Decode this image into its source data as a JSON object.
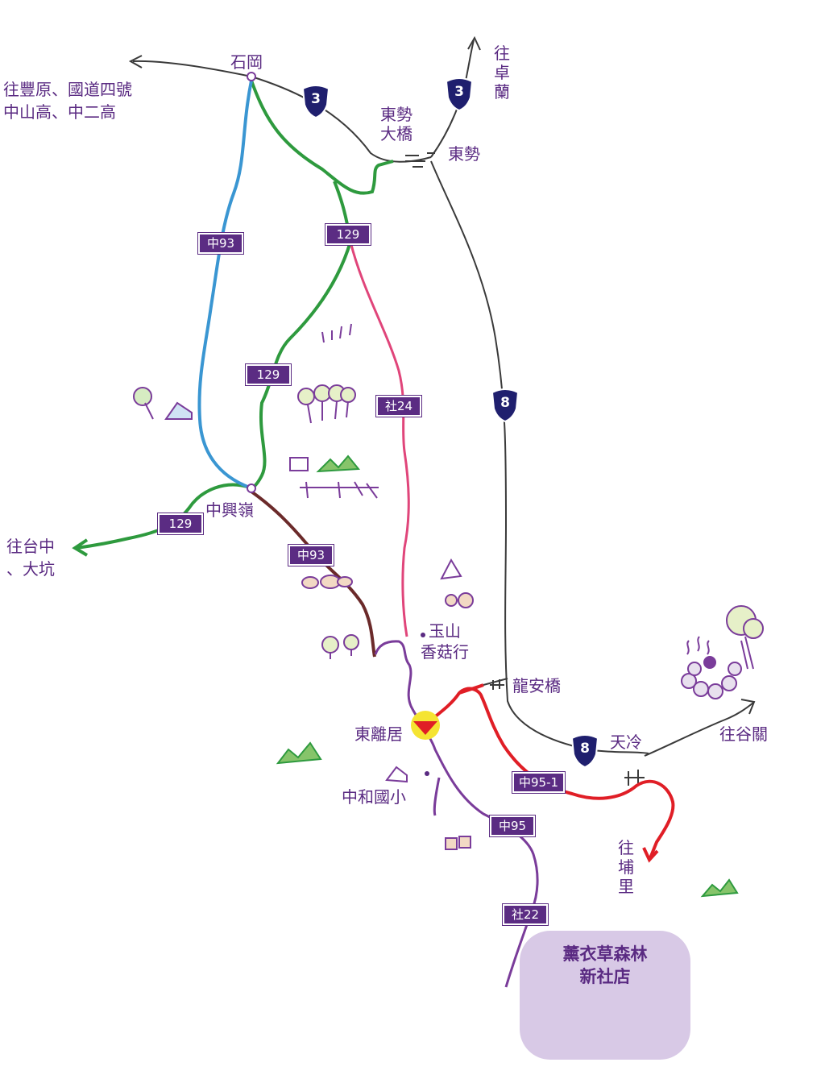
{
  "places": {
    "shigang": "石岡",
    "to_fengyuan": "往豐原、國道四號",
    "to_fengyuan_2": "中山高、中二高",
    "dongshi_bridge": "東勢\n大橋",
    "dongshi": "東勢",
    "to_zhuolan": "往卓蘭",
    "zhongxing": "中興嶺",
    "to_taichung": "往台中\n、大坑",
    "yushan": "玉山\n香菇行",
    "longan_bridge": "龍安橋",
    "tianleng": "天冷",
    "to_guguan": "往谷關",
    "dongshi_ju": "東離居",
    "zhonghe_school": "中和國小",
    "to_puli": "往埔里",
    "store": "薰衣草森林\n新社店"
  },
  "route_badges": {
    "zhong93_upper": "中93",
    "r129_upper": "129",
    "r129_middle": "129",
    "r129_lower": "129",
    "she24": "社24",
    "zhong93_lower": "中93",
    "zhong95_1": "中95-1",
    "zhong95": "中95",
    "she22": "社22"
  },
  "shields": {
    "prov3_a": "3",
    "prov3_b": "3",
    "prov8_a": "8",
    "prov8_b": "8"
  },
  "colors": {
    "green_route": "#2e9a3e",
    "blue_route": "#3a96d2",
    "pink_route": "#e0457a",
    "brown_route": "#6b2a2a",
    "red_route": "#e01e26",
    "purple_route": "#7a3c9a",
    "gray_route": "#3a3a3a",
    "label_purple": "#5a2a82",
    "shield_navy": "#1f1f6e",
    "store_bg": "#d8c9e6",
    "highlight": "#f5e432"
  }
}
